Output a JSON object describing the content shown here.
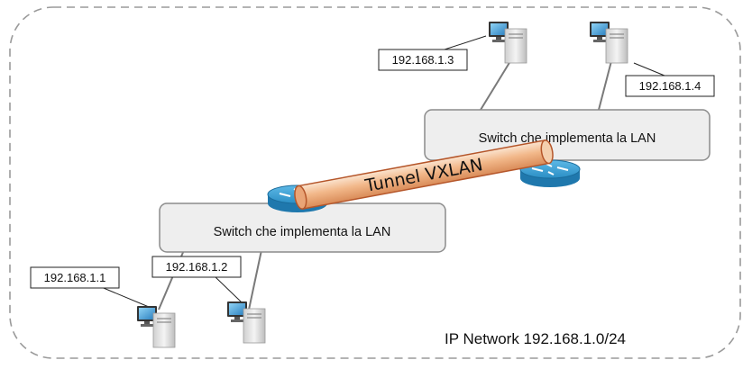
{
  "network_label": "IP Network 192.168.1.0/24",
  "tunnel_label": "Tunnel VXLAN",
  "switches": [
    {
      "label": "Switch che implementa la LAN"
    },
    {
      "label": "Switch che implementa la LAN"
    }
  ],
  "hosts": [
    {
      "ip": "192.168.1.1"
    },
    {
      "ip": "192.168.1.2"
    },
    {
      "ip": "192.168.1.3"
    },
    {
      "ip": "192.168.1.4"
    }
  ],
  "icons": {
    "router": "router-icon",
    "host": "computer-icon"
  },
  "colors": {
    "switch_fill": "#eeeeee",
    "switch_stroke": "#8c8c8c",
    "router_blue": "#2d95c9",
    "tunnel_fill": "#f2c29a",
    "tunnel_stroke": "#b5562a",
    "boundary": "#9a9a9a"
  }
}
